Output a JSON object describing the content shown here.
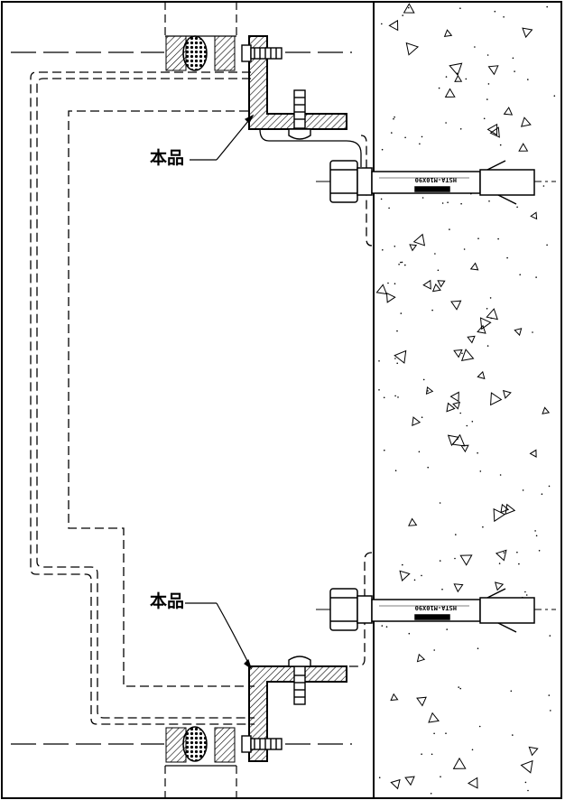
{
  "labels": {
    "product_upper": "本品",
    "product_lower": "本品"
  },
  "anchor_bolt": {
    "marking": "HSTA-M10X90"
  },
  "colors": {
    "line": "#000000",
    "background": "#ffffff"
  }
}
